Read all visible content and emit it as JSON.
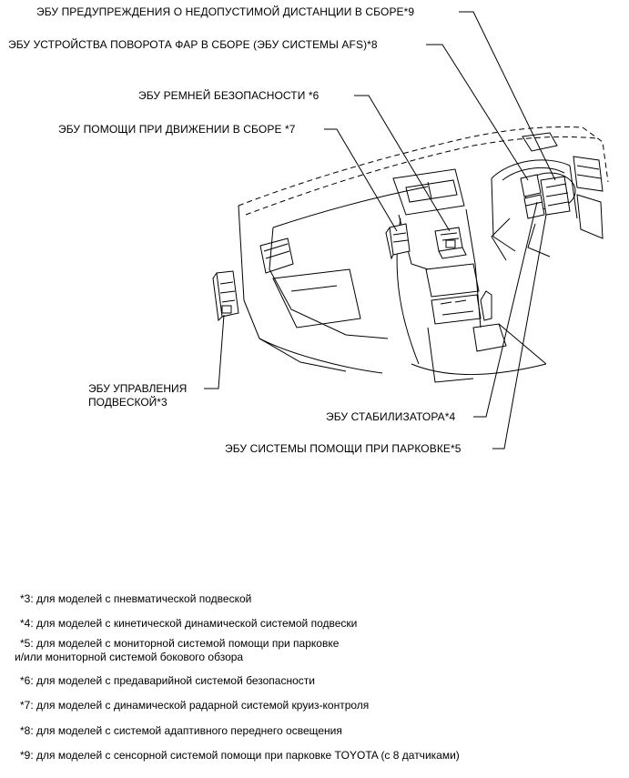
{
  "callouts": {
    "ecu9": "ЭБУ ПРЕДУПРЕЖДЕНИЯ О НЕДОПУСТИМОЙ ДИСТАНЦИИ В СБОРЕ*9",
    "ecu8": "ЭБУ УСТРОЙСТВА ПОВОРОТА ФАР В СБОРЕ (ЭБУ СИСТЕМЫ AFS)*8",
    "ecu6": "ЭБУ РЕМНЕЙ БЕЗОПАСНОСТИ *6",
    "ecu7": "ЭБУ ПОМОЩИ ПРИ ДВИЖЕНИИ В СБОРЕ *7",
    "ecu3_line1": "ЭБУ УПРАВЛЕНИЯ",
    "ecu3_line2": "ПОДВЕСКОЙ*3",
    "ecu4": "ЭБУ СТАБИЛИЗАТОРА*4",
    "ecu5": "ЭБУ СИСТЕМЫ ПОМОЩИ ПРИ ПАРКОВКЕ*5"
  },
  "notes": {
    "n3": "*3: для моделей с пневматической подвеской",
    "n4": "*4: для моделей с кинетической динамической системой подвески",
    "n5_line1": "*5: для моделей с мониторной системой помощи при парковке",
    "n5_line2": "и/или мониторной системой бокового обзора",
    "n6": "*6: для моделей с предаварийной системой безопасности",
    "n7": "*7: для моделей с динамической радарной системой круиз-контроля",
    "n8": "*8: для моделей с системой адаптивного переднего освещения",
    "n9": "*9: для моделей с сенсорной системой помощи при парковке TOYOTA (с 8 датчиками)"
  }
}
